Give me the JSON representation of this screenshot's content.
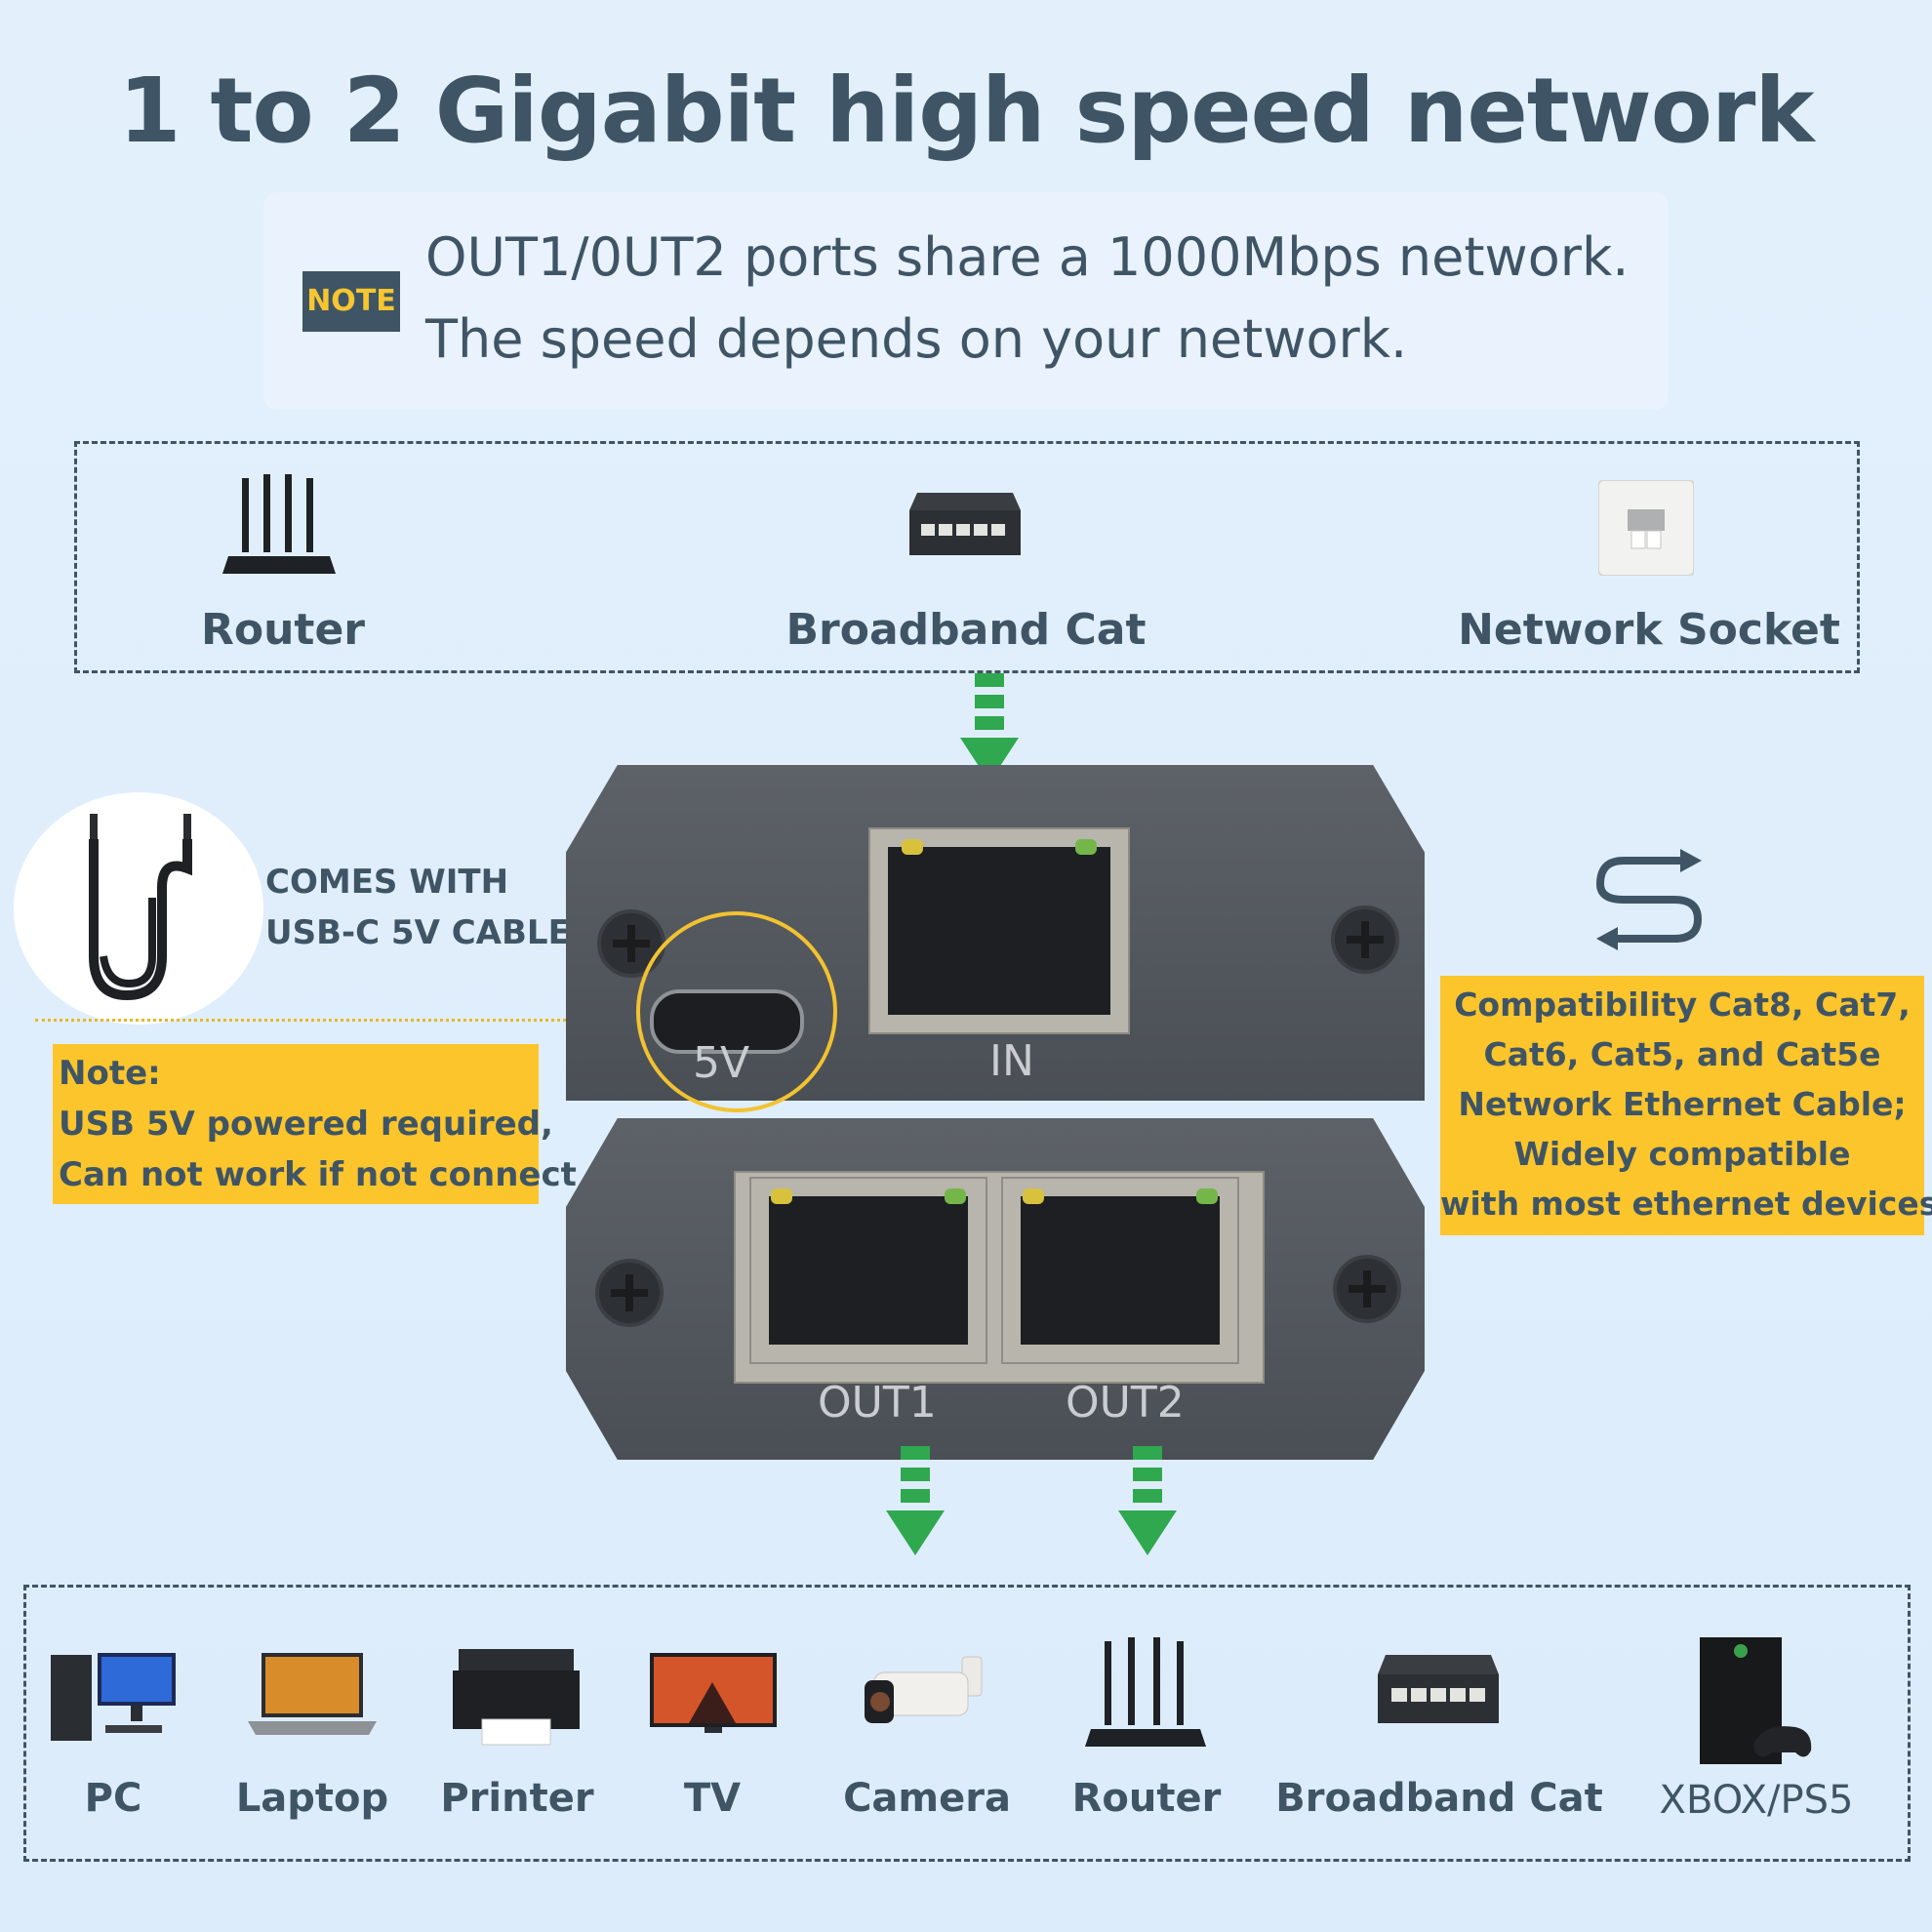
{
  "title": "1 to 2 Gigabit high speed network",
  "note": {
    "tag": "NOTE",
    "line1": "OUT1/0UT2  ports share a 1000Mbps network.",
    "line2": "The speed depends on your network."
  },
  "inputs": [
    {
      "label": "Router",
      "icon": "router-icon"
    },
    {
      "label": "Broadband Cat",
      "icon": "switch-icon"
    },
    {
      "label": "Network Socket",
      "icon": "wall-socket-icon"
    }
  ],
  "cable": {
    "line1": "COMES WITH",
    "line2": "USB-C 5V CABLE"
  },
  "power_note": {
    "line1": "Note:",
    "line2": "USB 5V powered required,",
    "line3": "Can not work if not connect"
  },
  "compat": {
    "line1": "Compatibility Cat8, Cat7,",
    "line2": "Cat6, Cat5, and Cat5e",
    "line3": "Network Ethernet Cable;",
    "line4": "Widely compatible",
    "line5": "with  most ethernet devices"
  },
  "ports": {
    "power": "5V",
    "in": "IN",
    "out1": "OUT1",
    "out2": "OUT2"
  },
  "outputs": [
    {
      "label": "PC",
      "icon": "pc-icon"
    },
    {
      "label": "Laptop",
      "icon": "laptop-icon"
    },
    {
      "label": "Printer",
      "icon": "printer-icon"
    },
    {
      "label": "TV",
      "icon": "tv-icon"
    },
    {
      "label": "Camera",
      "icon": "camera-icon"
    },
    {
      "label": "Router",
      "icon": "router-icon"
    },
    {
      "label": "Broadband Cat",
      "icon": "switch-icon"
    },
    {
      "label": "XBOX/PS5",
      "icon": "console-icon"
    }
  ],
  "colors": {
    "accent": "#fcc52b",
    "text": "#3f5565",
    "arrow": "#2fa84f",
    "background": "#dfeefb"
  }
}
